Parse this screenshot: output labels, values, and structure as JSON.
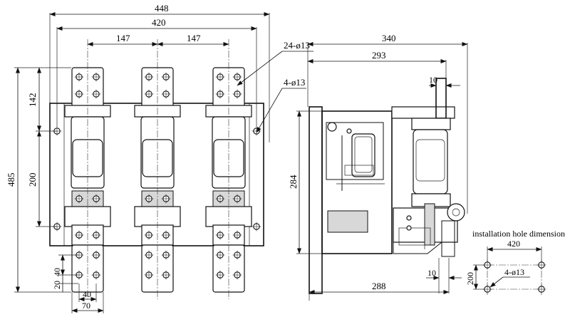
{
  "front_view": {
    "dim_overall_width": "448",
    "dim_hole_span": "420",
    "dim_pitch_left": "147",
    "dim_pitch_right": "147",
    "dim_terminal_holes": "24-ø13",
    "dim_mount_holes": "4-ø13",
    "dim_overall_height": "485",
    "dim_top": "142",
    "dim_middle": "200",
    "dim_bottom_40": "40",
    "dim_bottom_20": "20",
    "dim_bus_40": "40",
    "dim_bus_70": "70"
  },
  "side_view": {
    "dim_depth": "340",
    "dim_293": "293",
    "dim_10_top": "10",
    "dim_height": "284",
    "dim_10_bottom": "10",
    "dim_base": "288"
  },
  "install_detail": {
    "label": "installation hole dimension",
    "dim_width": "420",
    "dim_height": "200",
    "dim_holes": "4-ø13"
  }
}
